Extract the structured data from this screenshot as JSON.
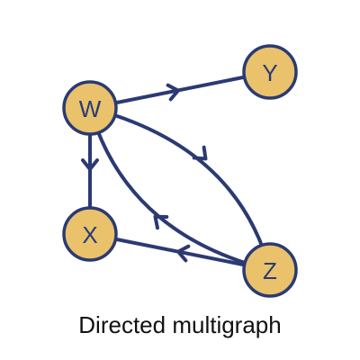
{
  "diagram": {
    "caption": "Directed multigraph",
    "colors": {
      "edge": "#2b3a73",
      "node_fill": "#eac26c",
      "node_stroke": "#2b3a73",
      "text": "#2b3a73",
      "caption": "#111111"
    },
    "nodes": [
      {
        "id": "W",
        "label": "W"
      },
      {
        "id": "Y",
        "label": "Y"
      },
      {
        "id": "X",
        "label": "X"
      },
      {
        "id": "Z",
        "label": "Z"
      }
    ],
    "edges": [
      {
        "from": "W",
        "to": "Y"
      },
      {
        "from": "W",
        "to": "X"
      },
      {
        "from": "W",
        "to": "Z"
      },
      {
        "from": "Z",
        "to": "W"
      },
      {
        "from": "Z",
        "to": "X"
      }
    ]
  }
}
